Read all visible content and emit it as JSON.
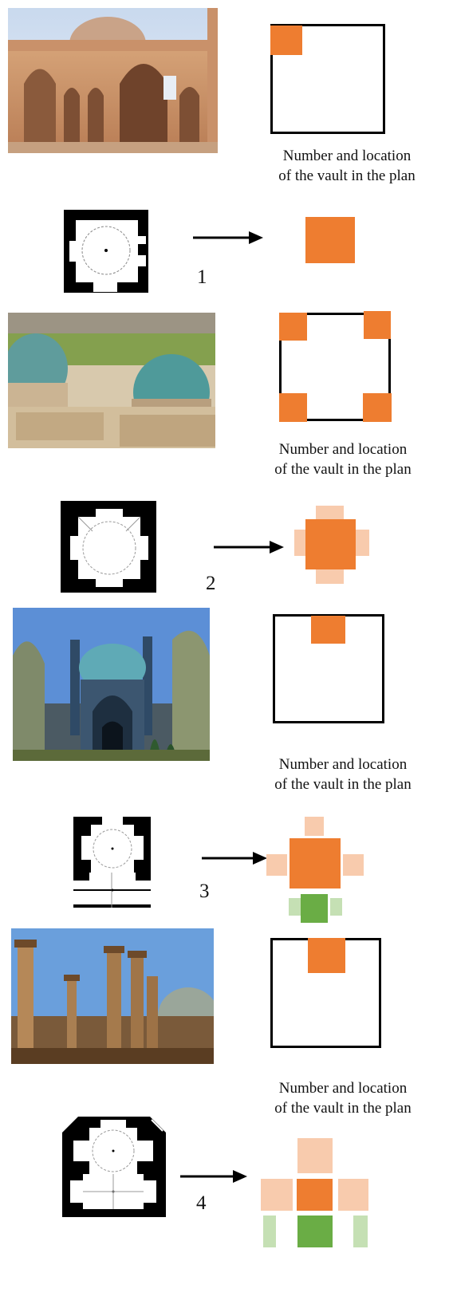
{
  "rows": [
    {
      "caption_line1": "Number and location",
      "caption_line2": "of the vault in the plan",
      "number": "1"
    },
    {
      "caption_line1": "Number and location",
      "caption_line2": "of the vault  in the plan",
      "number": "2"
    },
    {
      "caption_line1": "Number and location",
      "caption_line2": "of the vault  in the plan",
      "number": "3"
    },
    {
      "caption_line1": "Number and location",
      "caption_line2": "of the vault  in the plan",
      "number": "4"
    }
  ],
  "colors": {
    "main_vault": "#ee7d30",
    "secondary_vault": "#f8cbad",
    "green_vault": "#6aad45",
    "light_green_vault": "#c5e0b4"
  }
}
